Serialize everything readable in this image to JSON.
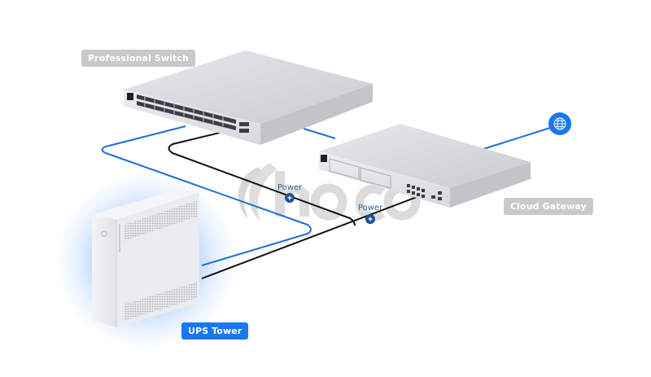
{
  "diagram": {
    "nodes": [
      {
        "id": "switch",
        "label": "Professional Switch",
        "label_style": "grey"
      },
      {
        "id": "gateway",
        "label": "Cloud Gateway",
        "label_style": "grey"
      },
      {
        "id": "ups",
        "label": "UPS Tower",
        "label_style": "blue"
      },
      {
        "id": "internet",
        "label": "",
        "icon": "globe-icon"
      }
    ],
    "connections": [
      {
        "from": "switch",
        "to": "ups",
        "type": "network",
        "color": "#1f6fd6"
      },
      {
        "from": "switch",
        "to": "gateway",
        "type": "network",
        "color": "#1f6fd6"
      },
      {
        "from": "gateway",
        "to": "internet",
        "type": "network",
        "color": "#1f6fd6"
      },
      {
        "from": "ups",
        "to": "switch",
        "type": "power",
        "color": "#111111",
        "marker_label": "Power"
      },
      {
        "from": "ups",
        "to": "gateway",
        "type": "power",
        "color": "#111111",
        "marker_label": "Power"
      }
    ],
    "watermark": "hacom.sk"
  },
  "colors": {
    "accent_blue": "#1877f2",
    "network_cable": "#1f6fd6",
    "power_cable": "#111111",
    "power_marker": "#1d4f9c",
    "label_grey": "#c9c9cc",
    "device_body": "#dcdde2"
  }
}
